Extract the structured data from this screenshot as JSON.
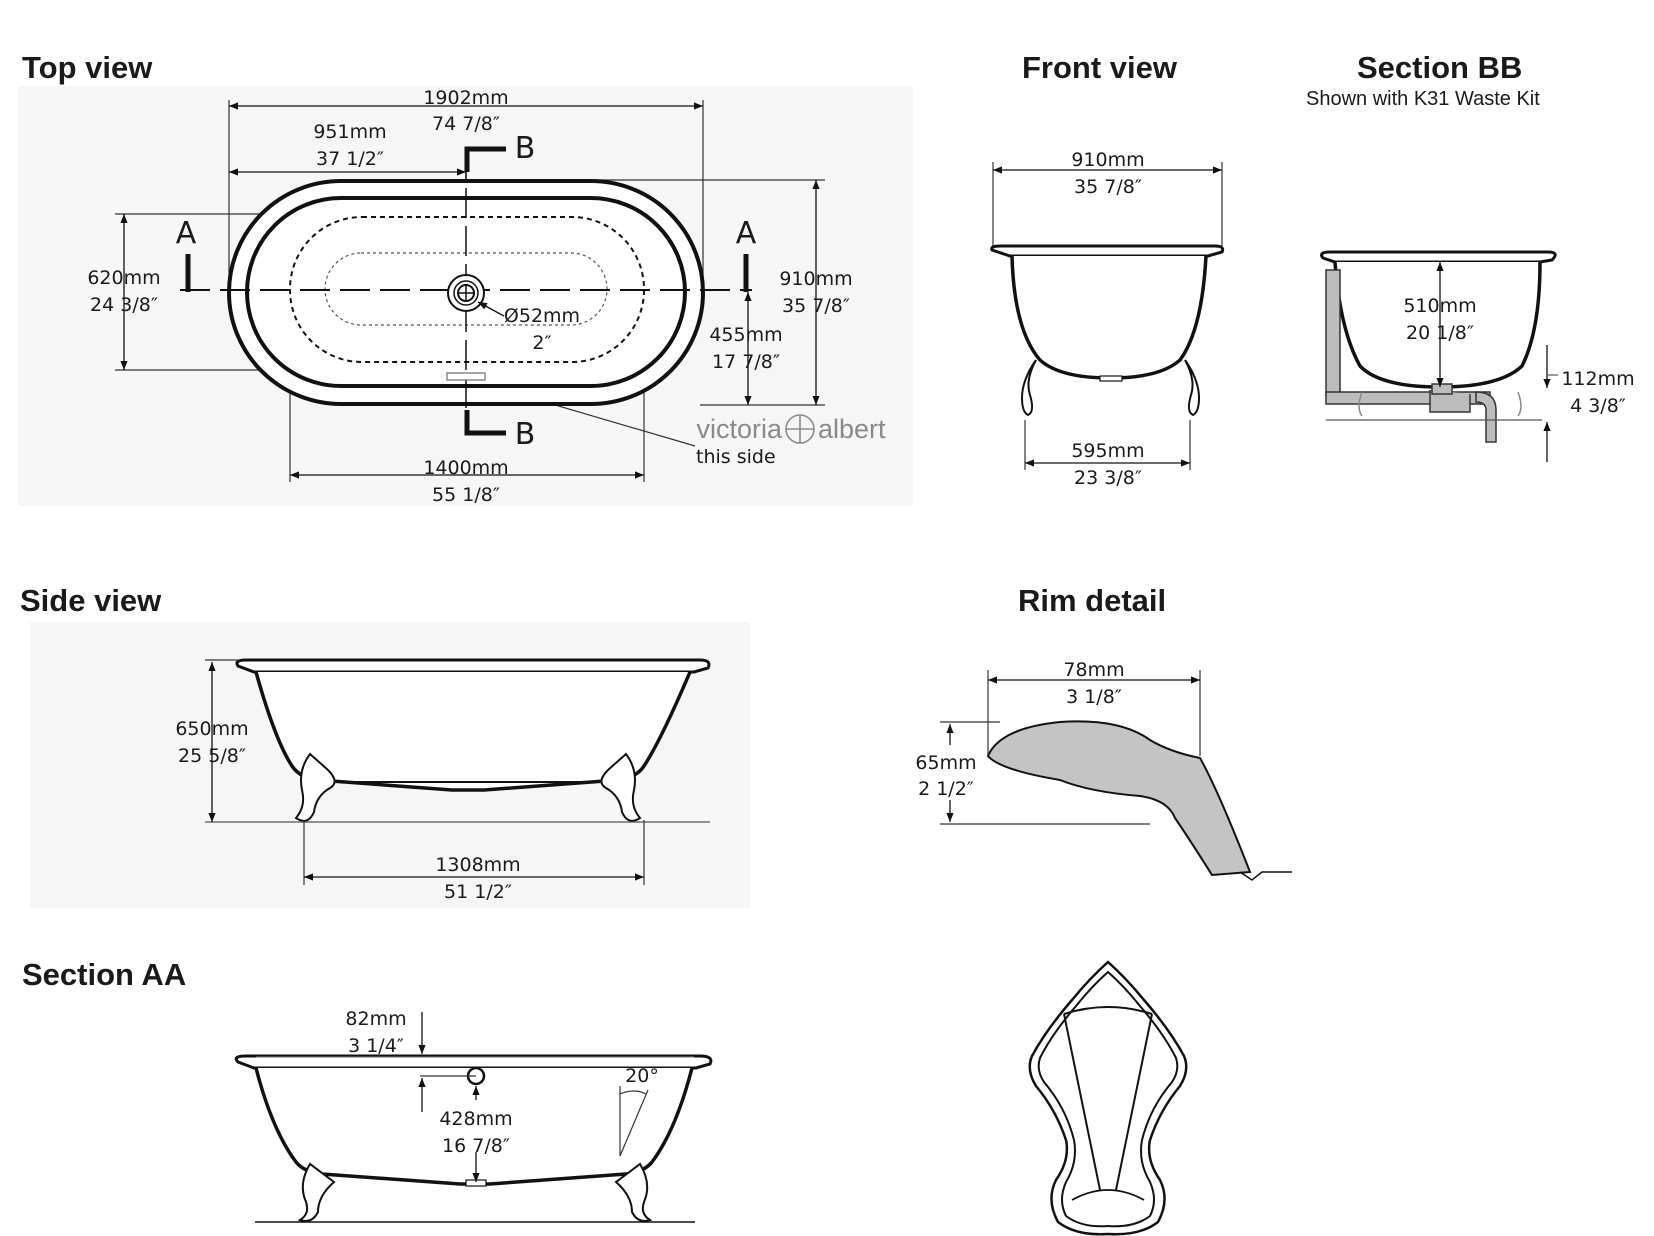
{
  "titles": {
    "top_view": "Top view",
    "front_view": "Front view",
    "section_bb": "Section BB",
    "section_bb_sub": "Shown with K31 Waste Kit",
    "side_view": "Side view",
    "rim_detail": "Rim detail",
    "section_aa": "Section AA"
  },
  "top_view": {
    "length": [
      "1902mm",
      "74 7/8″"
    ],
    "half_length": [
      "951mm",
      "37 1/2″"
    ],
    "inner_width": [
      "620mm",
      "24 3/8″"
    ],
    "width": [
      "910mm",
      "35 7/8″"
    ],
    "waste_offset": [
      "455mm",
      "17 7/8″"
    ],
    "waste_dia": [
      "Ø52mm",
      "2″"
    ],
    "base_length": [
      "1400mm",
      "55 1/8″"
    ],
    "section_a": "A",
    "section_b": "B",
    "brand_left": "victoria",
    "brand_right": "albert",
    "brand_note": "this side"
  },
  "front_view": {
    "width": [
      "910mm",
      "35 7/8″"
    ],
    "foot_span": [
      "595mm",
      "23 3/8″"
    ]
  },
  "section_bb": {
    "depth": [
      "510mm",
      "20 1/8″"
    ],
    "waste_height": [
      "112mm",
      "4 3/8″"
    ]
  },
  "side_view": {
    "height": [
      "650mm",
      "25 5/8″"
    ],
    "foot_span": [
      "1308mm",
      "51 1/2″"
    ]
  },
  "rim_detail": {
    "width": [
      "78mm",
      "3 1/8″"
    ],
    "height": [
      "65mm",
      "2 1/2″"
    ]
  },
  "section_aa": {
    "rim_drop": [
      "82mm",
      "3 1/4″"
    ],
    "overflow_height": [
      "428mm",
      "16 7/8″"
    ],
    "angle": "20°"
  }
}
